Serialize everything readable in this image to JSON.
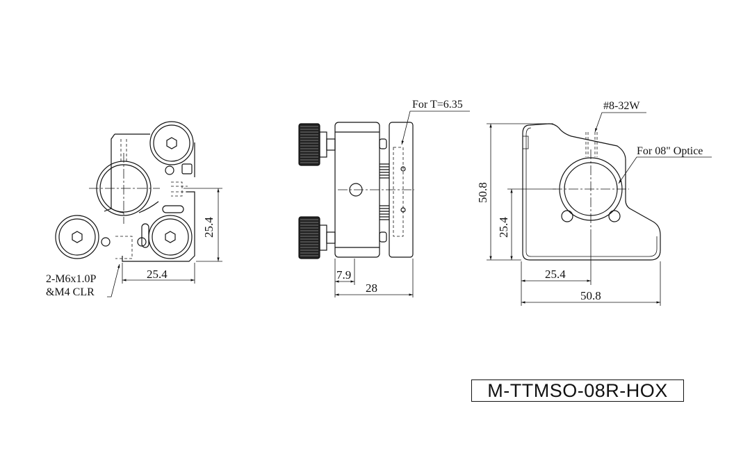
{
  "front_view": {
    "dim_horizontal": "25.4",
    "dim_vertical": "25.4",
    "callout_line1": "2-M6x1.0P",
    "callout_line2": "&M4 CLR"
  },
  "side_view": {
    "callout": "For T=6.35",
    "dim_small": "7.9",
    "dim_total": "28"
  },
  "back_view": {
    "callout_thread": "#8-32W",
    "callout_optic": "For 08\" Optice",
    "dim_height": "50.8",
    "dim_half_height": "25.4",
    "dim_half_width": "25.4",
    "dim_width": "50.8"
  },
  "title": "M-TTMSO-08R-HOX"
}
